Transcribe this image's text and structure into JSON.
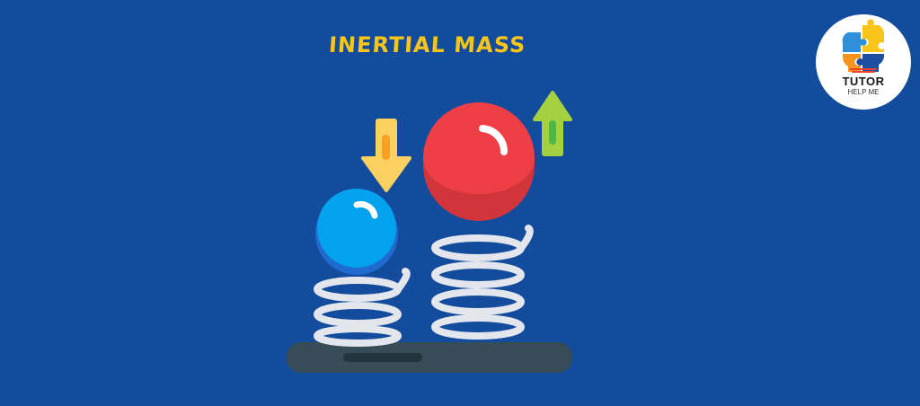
{
  "title": "INERTIAL MASS",
  "logo": {
    "line1": "TUTOR",
    "line2": "HELP ME",
    "icon": "puzzle-lightbulb-icon"
  },
  "illustration": {
    "small_ball": {
      "color": "#02a2ee",
      "shade": "#1f6bd0",
      "arrow": "down",
      "arrow_color": "#fdd062",
      "arrow_accent": "#f8a024"
    },
    "large_ball": {
      "color": "#ef3f46",
      "shade": "#d1353b",
      "arrow": "up",
      "arrow_color": "#a3d13f",
      "arrow_accent": "#4fb748"
    },
    "spring_color": "#e4e6ee",
    "base_color": "#364c56",
    "base_slot_color": "#22353e"
  },
  "colors": {
    "background": "#134c9c",
    "title": "#f9c51b"
  }
}
